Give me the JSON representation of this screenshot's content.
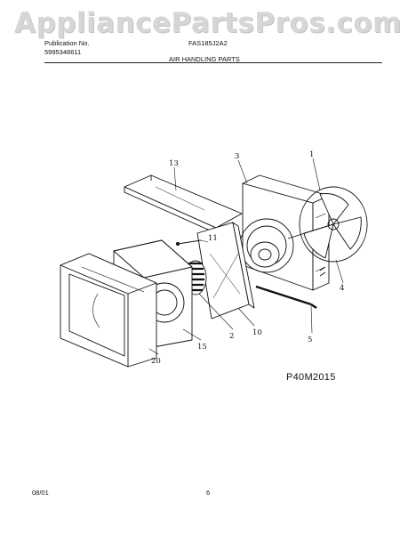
{
  "watermark": "AppliancePartsPros.com",
  "header": {
    "publication_label": "Publication No.",
    "publication_number": "5995348611",
    "model": "FAS185J2A2",
    "section_title": "AIR HANDLING PARTS"
  },
  "diagram": {
    "callouts": [
      "13",
      "3",
      "1",
      "11",
      "4",
      "5",
      "10",
      "2",
      "15",
      "20"
    ],
    "code": "P40M2015"
  },
  "footer": {
    "date": "08/01",
    "page": "6"
  }
}
